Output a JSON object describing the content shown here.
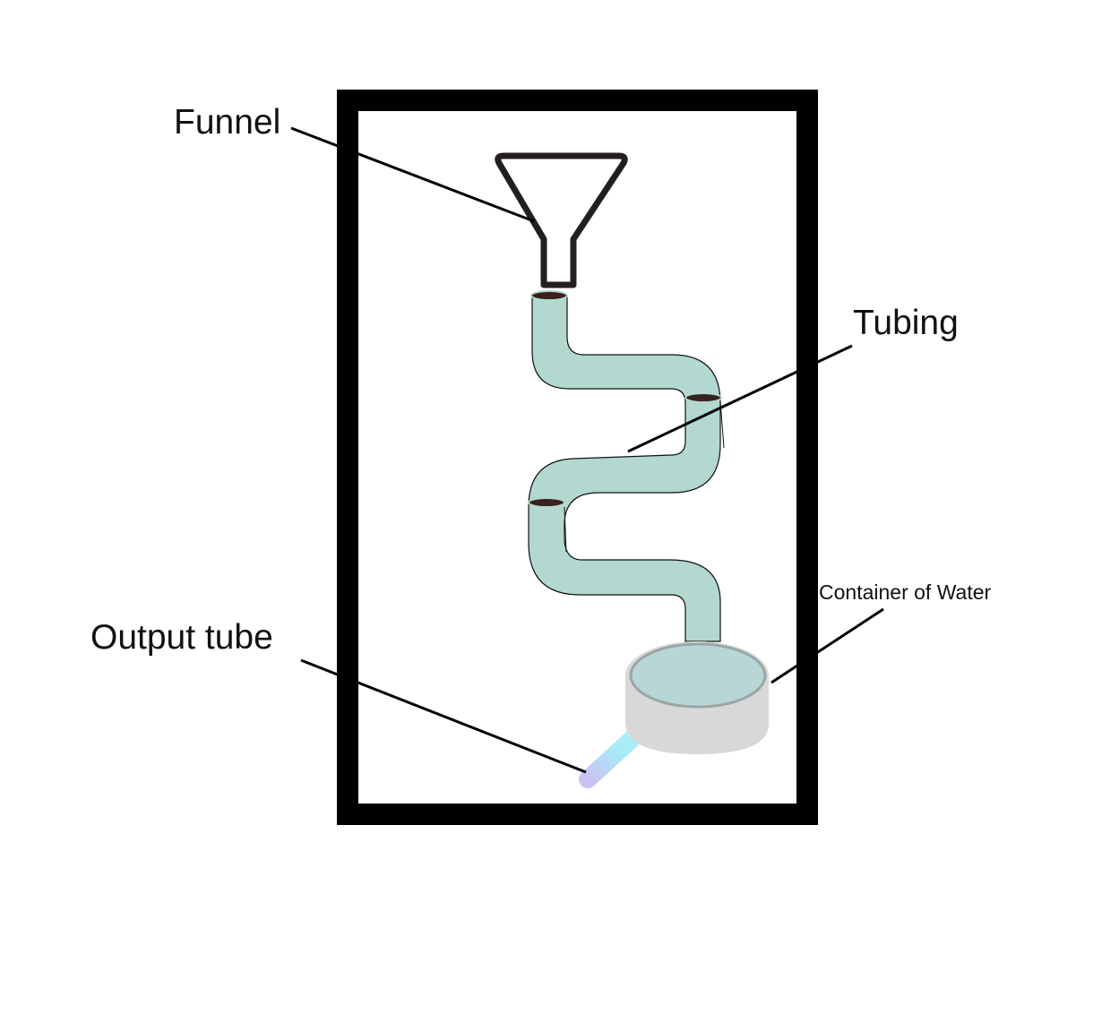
{
  "labels": {
    "funnel": "Funnel",
    "tubing": "Tubing",
    "container": "Container of Water",
    "output_tube": "Output tube"
  },
  "colors": {
    "frame": "#000000",
    "funnel_stroke": "#231f20",
    "tubing_fill": "#b2d8cf",
    "tube_opening": "#3a221c",
    "container_body": "#d8d8d8",
    "container_water": "#b7d7d6",
    "container_rim": "#9aa6a6",
    "output_tube_light": "#a6ecf8",
    "output_tube_mid": "#c9c2f3",
    "leader_line": "#000000"
  }
}
